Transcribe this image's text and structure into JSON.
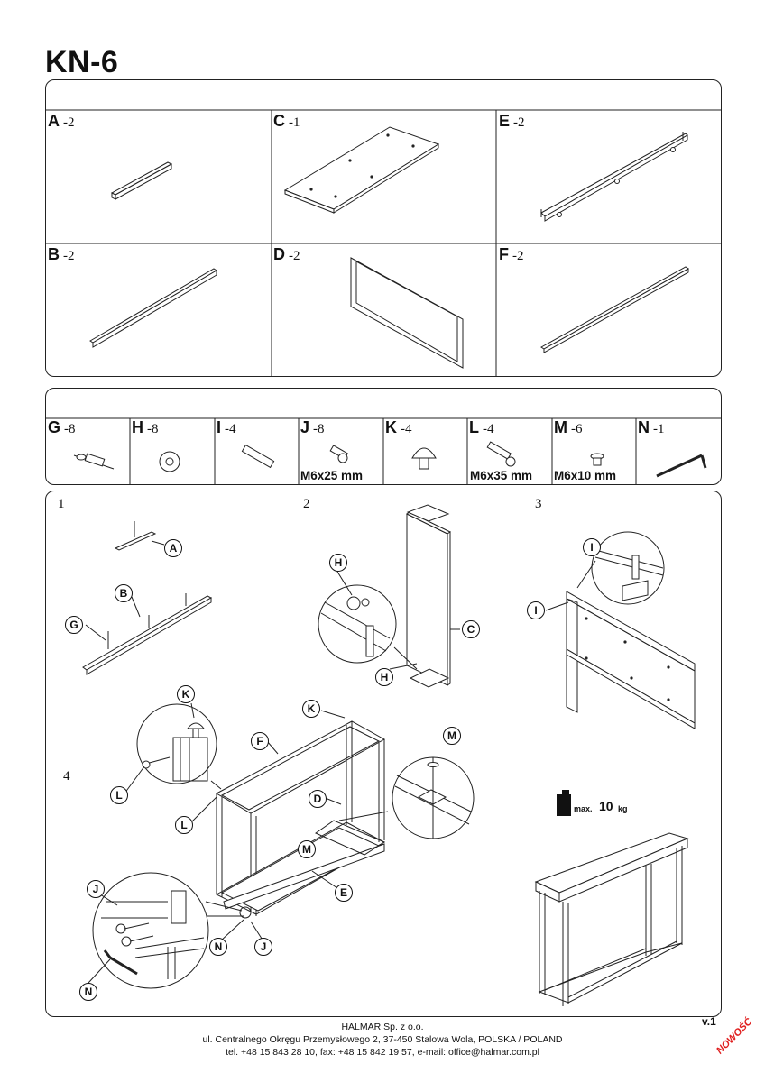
{
  "title": "KN-6",
  "parts": [
    {
      "letter": "A",
      "qty": "-2"
    },
    {
      "letter": "C",
      "qty": "-1"
    },
    {
      "letter": "E",
      "qty": "-2"
    },
    {
      "letter": "B",
      "qty": "-2"
    },
    {
      "letter": "D",
      "qty": "-2"
    },
    {
      "letter": "F",
      "qty": "-2"
    }
  ],
  "hardware": [
    {
      "letter": "G",
      "qty": "-8",
      "spec": ""
    },
    {
      "letter": "H",
      "qty": "-8",
      "spec": ""
    },
    {
      "letter": "I",
      "qty": "-4",
      "spec": ""
    },
    {
      "letter": "J",
      "qty": "-8",
      "spec": "M6x25 mm"
    },
    {
      "letter": "K",
      "qty": "-4",
      "spec": ""
    },
    {
      "letter": "L",
      "qty": "-4",
      "spec": "M6x35 mm"
    },
    {
      "letter": "M",
      "qty": "-6",
      "spec": "M6x10 mm"
    },
    {
      "letter": "N",
      "qty": "-1",
      "spec": ""
    }
  ],
  "steps": [
    "1",
    "2",
    "3",
    "4"
  ],
  "callouts": {
    "s1": [
      "A",
      "B",
      "G"
    ],
    "s2": [
      "H",
      "C",
      "H"
    ],
    "s3": [
      "I",
      "I"
    ],
    "s4": [
      "K",
      "K",
      "F",
      "L",
      "L",
      "D",
      "M",
      "M",
      "E",
      "J",
      "J",
      "N",
      "N"
    ]
  },
  "weight": {
    "prefix": "max.",
    "value": "10",
    "unit": "kg"
  },
  "footer": {
    "company": "HALMAR Sp. z o.o.",
    "address": "ul. Centralnego Okręgu Przemysłowego 2, 37-450 Stalowa Wola, POLSKA / POLAND",
    "contact": "tel. +48 15 843 28 10, fax: +48 15 842 19 57, e-mail: office@halmar.com.pl"
  },
  "version": "v.1",
  "badge": "NOWOŚĆ"
}
